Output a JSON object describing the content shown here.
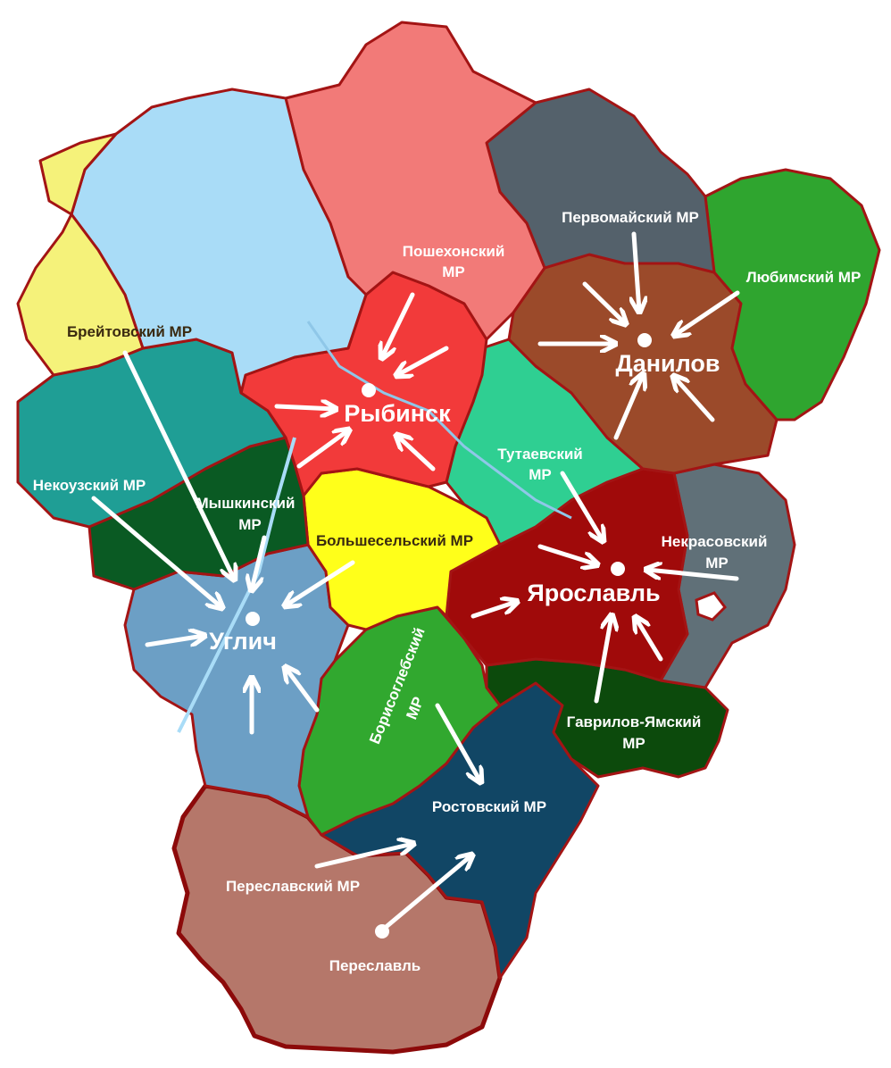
{
  "map": {
    "colors": {
      "breitovsky": "#f5f27a",
      "rybinsk_district": "#a9dcf7",
      "poshekhonsky": "#f27a78",
      "pervomaisky": "#54616b",
      "lyubimsky": "#2fa52f",
      "danilovsky": "#9b4a2a",
      "nekouzsky": "#1f9e95",
      "myshkinsky": "#0a5a23",
      "rybinsk_city": "#f23a3a",
      "tutaevsky": "#2fcf92",
      "bolsheselsky": "#ffff1a",
      "uglichsky": "#6c9fc5",
      "yaroslavsky": "#a00a0a",
      "nekrasovsky": "#607078",
      "borisoglebsky": "#31a82f",
      "gavrilov_yamsky": "#0c4a0c",
      "rostovsky": "#114665",
      "pereslavsky": "#b5776a",
      "border": "#a31414",
      "arrow": "#ffffff"
    },
    "labels": {
      "poshekhonsky_1": "Пошехонский",
      "poshekhonsky_2": "МР",
      "pervomaisky": "Первомайский МР",
      "lyubimsky": "Любимский МР",
      "danilov": "Данилов",
      "breitovsky": "Брейтовский МР",
      "rybinsk": "Рыбинск",
      "tutaevsky_1": "Тутаевский",
      "tutaevsky_2": "МР",
      "nekouzsky": "Некоузский МР",
      "myshkinsky_1": "Мышкинский",
      "myshkinsky_2": "МР",
      "bolsheselsky": "Большесельский МР",
      "nekrasovsky_1": "Некрасовский",
      "nekrasovsky_2": "МР",
      "yaroslavl": "Ярославль",
      "uglich": "Углич",
      "borisoglebsky_1": "Борисоглебский",
      "borisoglebsky_2": "МР",
      "gavrilov_yamsky_1": "Гаврилов-Ямский",
      "gavrilov_yamsky_2": "МР",
      "rostovsky": "Ростовский МР",
      "pereslavsky": "Переславский  МР",
      "pereslavl": "Переславль"
    }
  }
}
